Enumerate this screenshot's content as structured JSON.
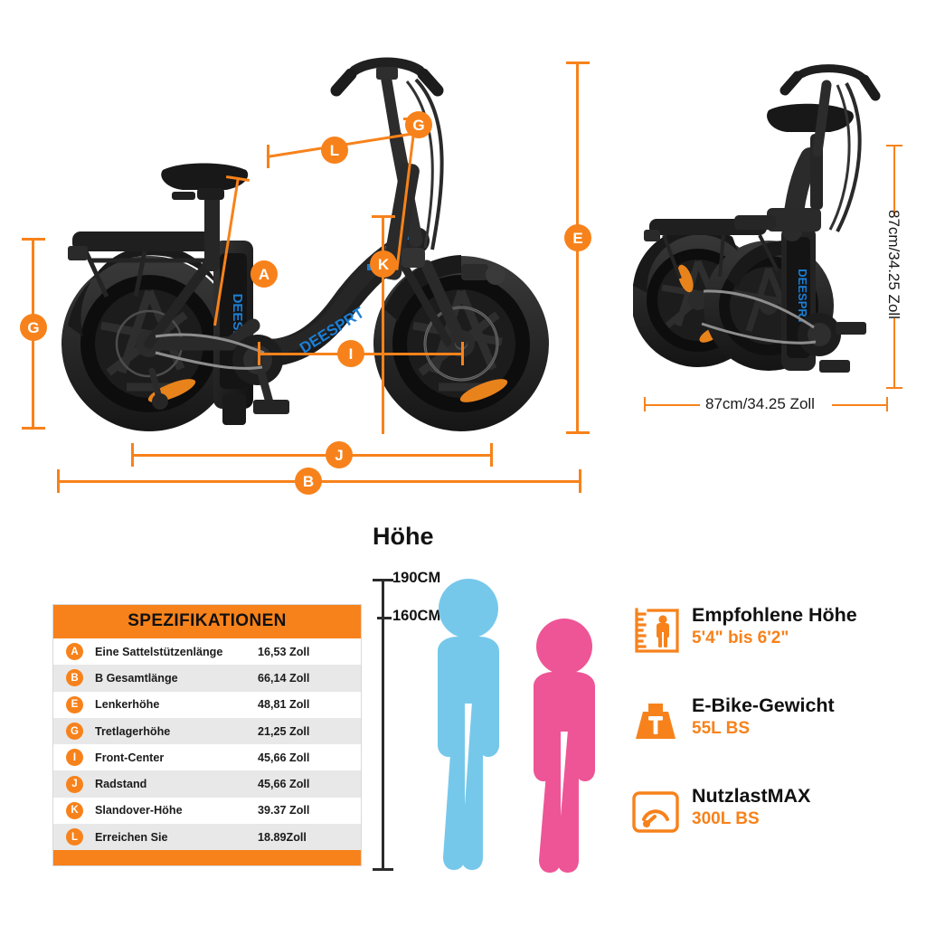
{
  "accent_color": "#F7821B",
  "figure_blue": "#76C8EB",
  "figure_pink": "#EE5596",
  "side_view": {
    "name": "side-view-folding-ebike",
    "dimension_badges": [
      {
        "id": "A",
        "label": "A"
      },
      {
        "id": "B",
        "label": "B"
      },
      {
        "id": "E",
        "label": "E"
      },
      {
        "id": "G",
        "label": "G"
      },
      {
        "id": "I",
        "label": "I"
      },
      {
        "id": "J",
        "label": "J"
      },
      {
        "id": "K",
        "label": "K"
      },
      {
        "id": "L",
        "label": "L"
      }
    ]
  },
  "folded_view": {
    "name": "folded-ebike",
    "height_caption": "87cm/34.25 Zoll",
    "width_caption": "87cm/34.25 Zoll"
  },
  "spec_table": {
    "title": "SPEZIFIKATIONEN",
    "rows": [
      {
        "badge": "A",
        "label": "Eine Sattelstützenlänge",
        "value": "16,53 Zoll"
      },
      {
        "badge": "B",
        "label": "B Gesamtlänge",
        "value": "66,14 Zoll"
      },
      {
        "badge": "E",
        "label": "Lenkerhöhe",
        "value": "48,81 Zoll"
      },
      {
        "badge": "G",
        "label": "Tretlagerhöhe",
        "value": "21,25 Zoll"
      },
      {
        "badge": "I",
        "label": "Front-Center",
        "value": "45,66 Zoll"
      },
      {
        "badge": "J",
        "label": "Radstand",
        "value": "45,66 Zoll"
      },
      {
        "badge": "K",
        "label": "Slandover-Höhe",
        "value": "39.37 Zoll"
      },
      {
        "badge": "L",
        "label": "Erreichen Sie",
        "value": "18.89Zoll"
      }
    ]
  },
  "height_chart": {
    "title": "Höhe",
    "ticks": [
      {
        "label": "190CM"
      },
      {
        "label": "160CM"
      }
    ],
    "figures": [
      {
        "name": "tall-person-figure",
        "color": "#76C8EB"
      },
      {
        "name": "short-person-figure",
        "color": "#EE5596"
      }
    ]
  },
  "features": [
    {
      "icon": "height-ruler-icon",
      "title": "Empfohlene Höhe",
      "value": "5'4\" bis 6'2\""
    },
    {
      "icon": "weight-icon",
      "title": "E-Bike-Gewicht",
      "value": "55L BS"
    },
    {
      "icon": "gauge-icon",
      "title": "NutzlastMAX",
      "value": "300L BS"
    }
  ]
}
